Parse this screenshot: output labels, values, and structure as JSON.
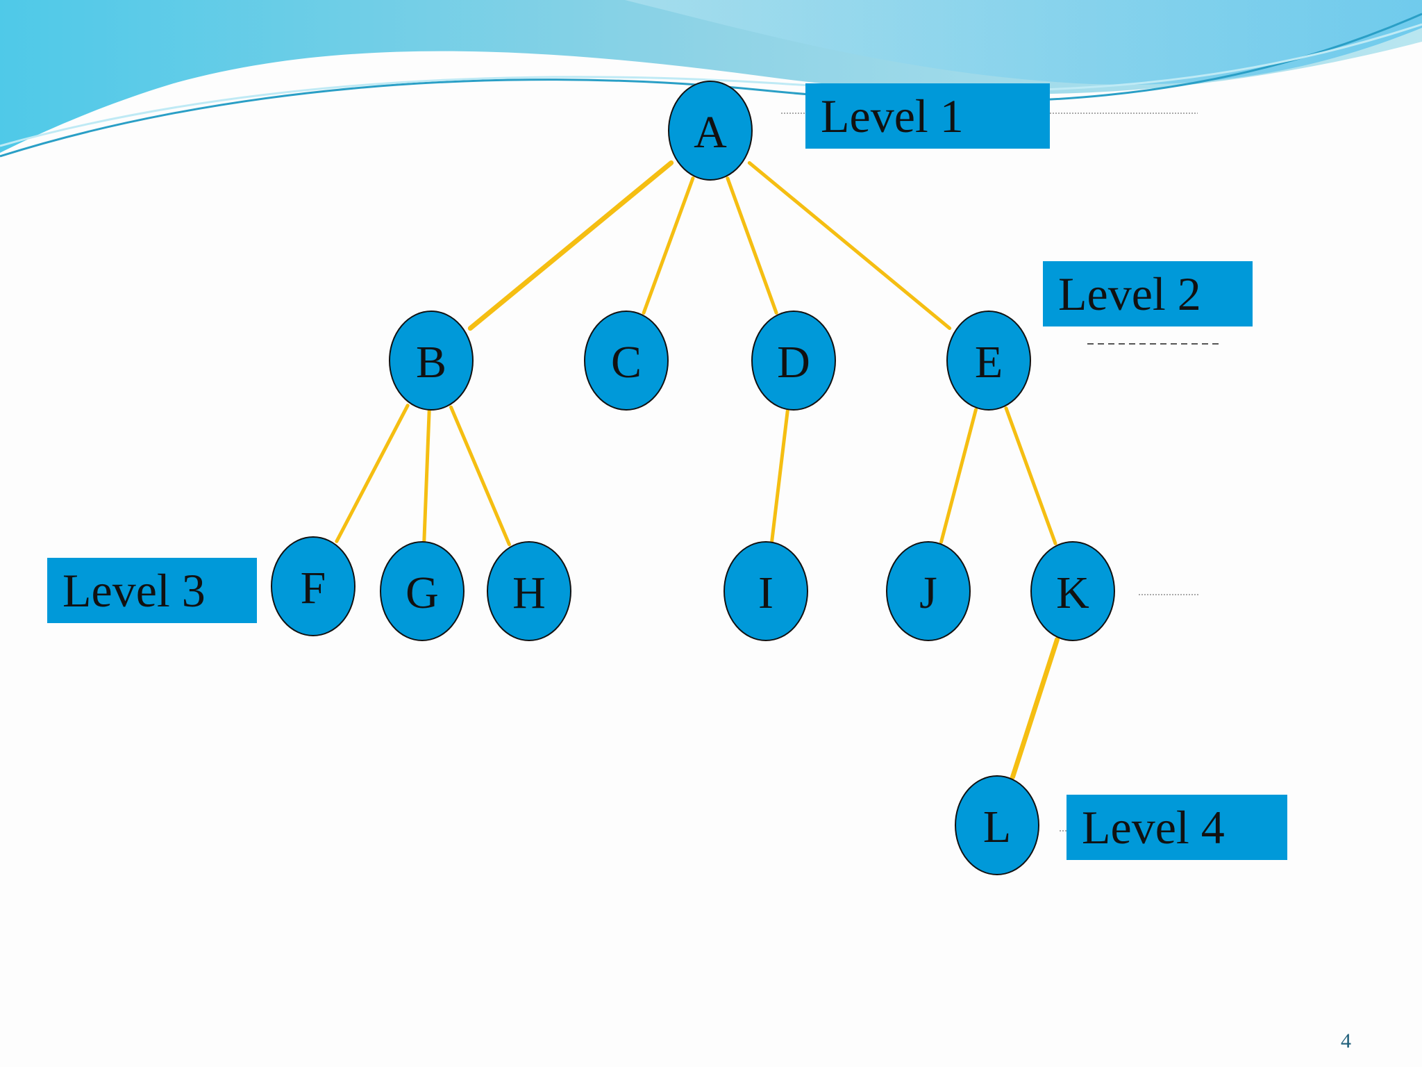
{
  "nodes": [
    {
      "id": "A",
      "label": "A"
    },
    {
      "id": "B",
      "label": "B"
    },
    {
      "id": "C",
      "label": "C"
    },
    {
      "id": "D",
      "label": "D"
    },
    {
      "id": "E",
      "label": "E"
    },
    {
      "id": "F",
      "label": "F"
    },
    {
      "id": "G",
      "label": "G"
    },
    {
      "id": "H",
      "label": "H"
    },
    {
      "id": "I",
      "label": "I"
    },
    {
      "id": "J",
      "label": "J"
    },
    {
      "id": "K",
      "label": "K"
    },
    {
      "id": "L",
      "label": "L"
    }
  ],
  "edges": [
    [
      "A",
      "B"
    ],
    [
      "A",
      "C"
    ],
    [
      "A",
      "D"
    ],
    [
      "A",
      "E"
    ],
    [
      "B",
      "F"
    ],
    [
      "B",
      "G"
    ],
    [
      "B",
      "H"
    ],
    [
      "D",
      "I"
    ],
    [
      "E",
      "J"
    ],
    [
      "E",
      "K"
    ],
    [
      "K",
      "L"
    ]
  ],
  "levels": [
    "Level 1",
    "Level 2",
    "Level 3",
    "Level 4"
  ],
  "page_number": "4",
  "colors": {
    "node_fill": "#0099d9",
    "edge": "#f5be12",
    "box": "#0099d9",
    "text": "#111111"
  }
}
